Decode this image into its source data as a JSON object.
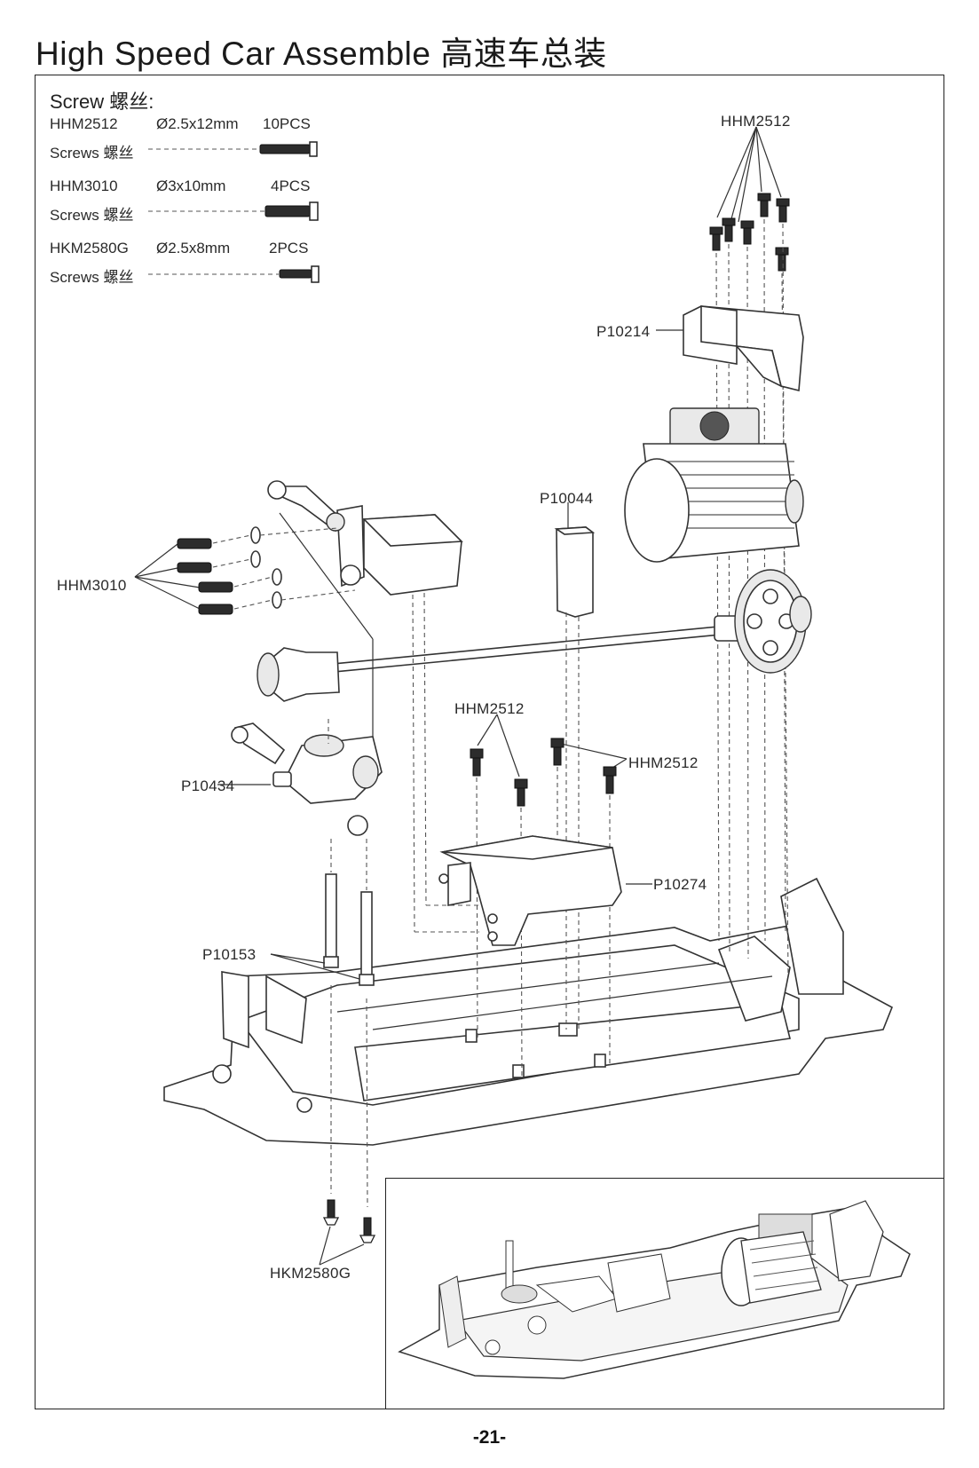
{
  "page": {
    "title": "High Speed Car Assemble 高速车总装",
    "page_number": "-21-"
  },
  "screw_list": {
    "heading": "Screw 螺丝:",
    "items": [
      {
        "code": "HHM2512",
        "size": "Ø2.5x12mm",
        "qty": "10PCS",
        "label": "Screws 螺丝"
      },
      {
        "code": "HHM3010",
        "size": "Ø3x10mm",
        "qty": "4PCS",
        "label": "Screws 螺丝"
      },
      {
        "code": "HKM2580G",
        "size": "Ø2.5x8mm",
        "qty": "2PCS",
        "label": "Screws 螺丝"
      }
    ]
  },
  "callouts": {
    "hhm2512_top": "HHM2512",
    "p10214": "P10214",
    "p10044": "P10044",
    "hhm3010": "HHM3010",
    "hhm2512_mid_left": "HHM2512",
    "hhm2512_mid_right": "HHM2512",
    "p10434": "P10434",
    "p10274": "P10274",
    "p10153": "P10153",
    "hkm2580g": "HKM2580G"
  }
}
